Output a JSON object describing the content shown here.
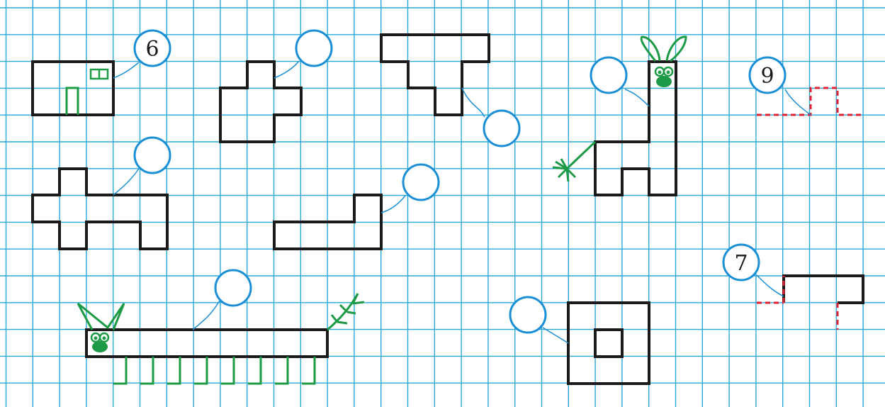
{
  "labels": {
    "house_circle": "6",
    "step_top_right_circle": "9",
    "step_bottom_right_circle": "7"
  },
  "colors": {
    "grid": "#29a8d8",
    "outline": "#1a1a1a",
    "circle": "#1a8fd6",
    "accent": "#1c9a45",
    "dashed": "#e02033"
  }
}
